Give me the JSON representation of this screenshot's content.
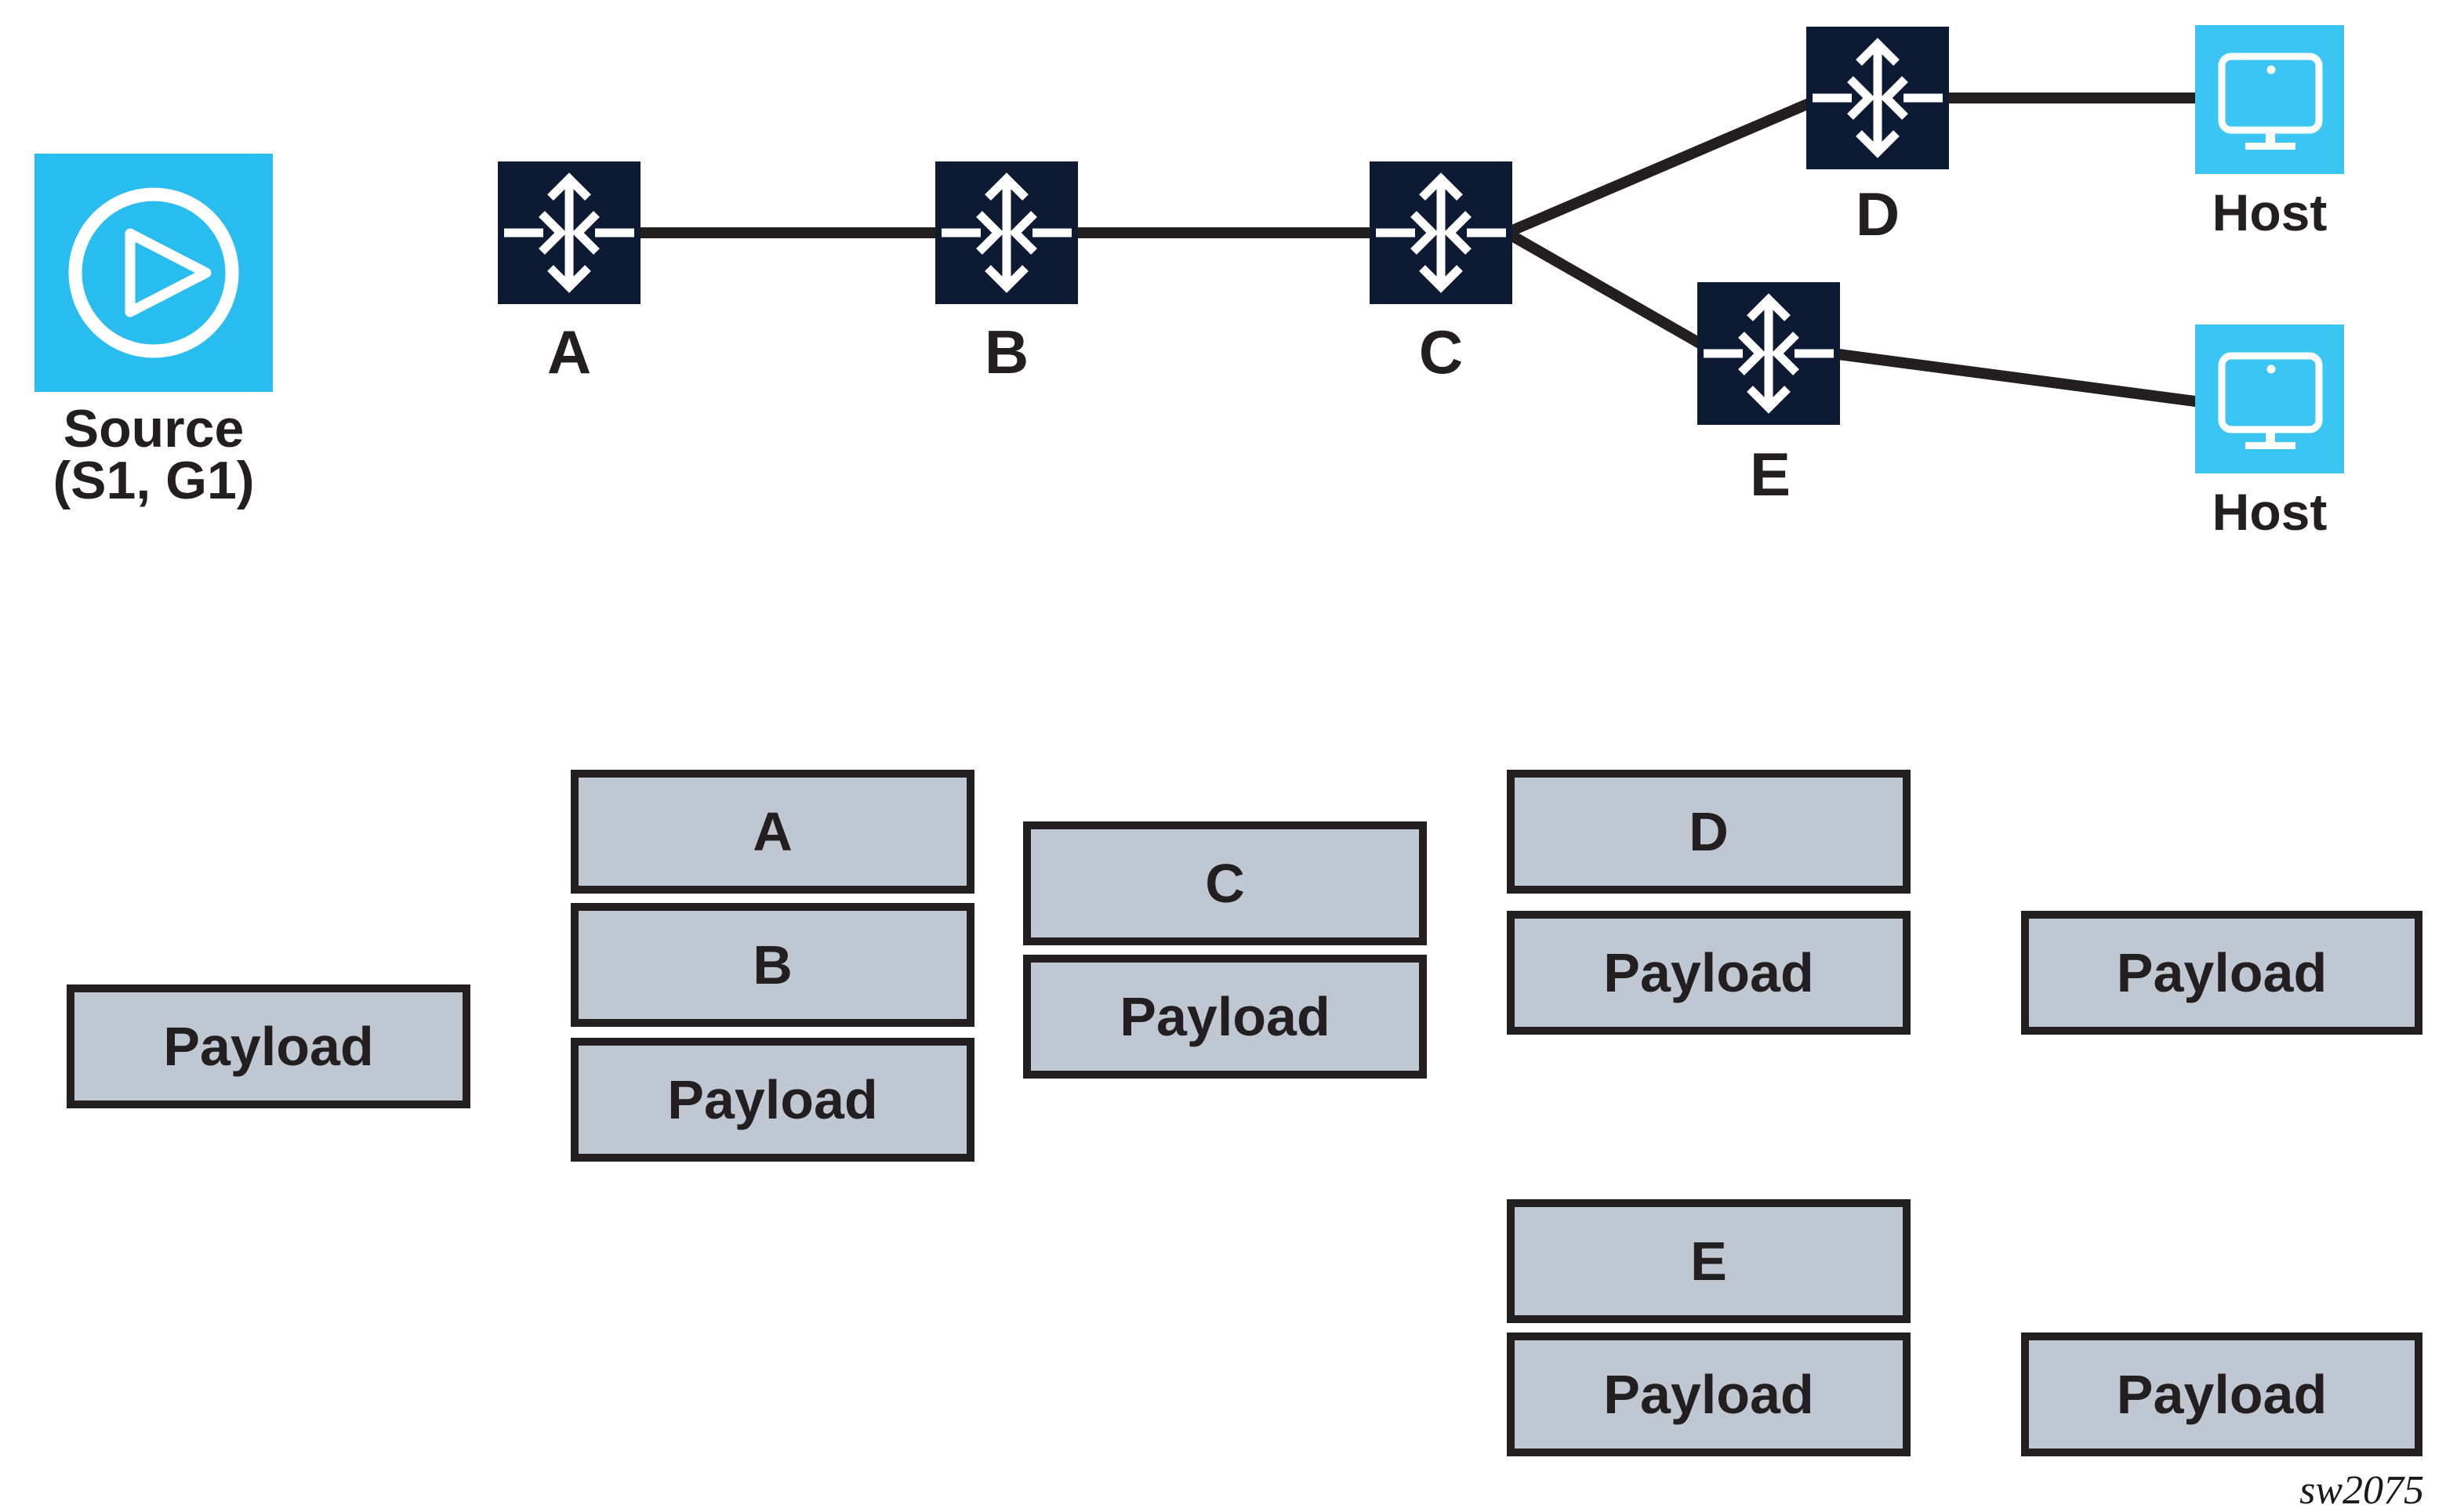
{
  "colors": {
    "source_fill": "#29BCEF",
    "host_fill": "#3BC5F3",
    "router_fill": "#0D1A33",
    "packet_fill": "#BFC8D2",
    "packet_border": "#231F20",
    "line_color": "#231F20",
    "text_color": "#231F20",
    "icon_color": "#FFFFFF"
  },
  "source": {
    "title": "Source",
    "subtitle": "(S1, G1)",
    "icon": "play-icon"
  },
  "routers": {
    "a": "A",
    "b": "B",
    "c": "C",
    "d": "D",
    "e": "E",
    "icon": "router-crossroads-icon"
  },
  "hosts": {
    "top": "Host",
    "bottom": "Host",
    "icon": "monitor-icon"
  },
  "packet_stacks": {
    "source_packet": [
      "Payload"
    ],
    "packet_with_a_b": [
      "A",
      "B",
      "Payload"
    ],
    "packet_with_c": [
      "C",
      "Payload"
    ],
    "packet_with_d": [
      "D",
      "Payload"
    ],
    "packet_to_host_top": [
      "Payload"
    ],
    "packet_with_e": [
      "E",
      "Payload"
    ],
    "packet_to_host_bottom": [
      "Payload"
    ]
  },
  "watermark": "sw2075"
}
